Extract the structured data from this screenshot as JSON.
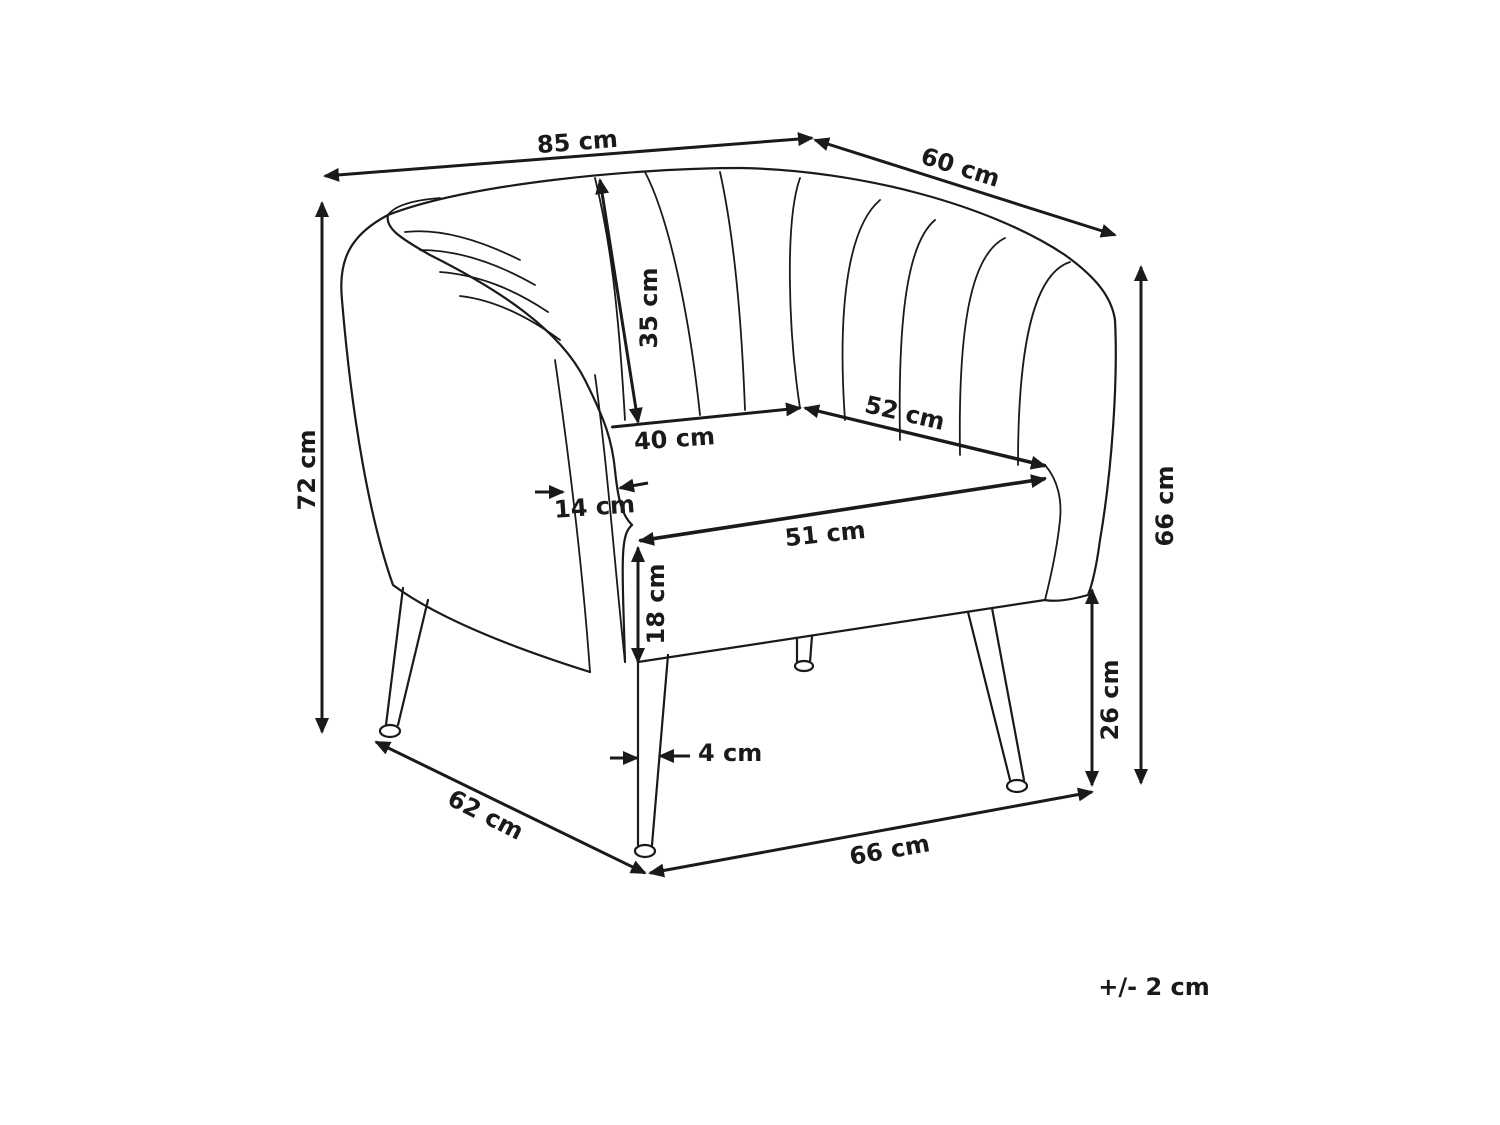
{
  "colors": {
    "ink": "#1a1a1a",
    "background": "#ffffff"
  },
  "dimensions": {
    "overall_width": "85 cm",
    "overall_depth": "60 cm",
    "overall_height": "72 cm",
    "arm_height": "66 cm",
    "back_height": "35 cm",
    "seat_width_back": "40 cm",
    "seat_depth_side": "52 cm",
    "arm_thickness": "14 cm",
    "seat_width_front": "51 cm",
    "seat_thickness": "18 cm",
    "leg_diameter": "4 cm",
    "leg_height": "26 cm",
    "leg_depth_span": "62 cm",
    "leg_width_span": "66 cm"
  },
  "tolerance": "+/- 2 cm"
}
